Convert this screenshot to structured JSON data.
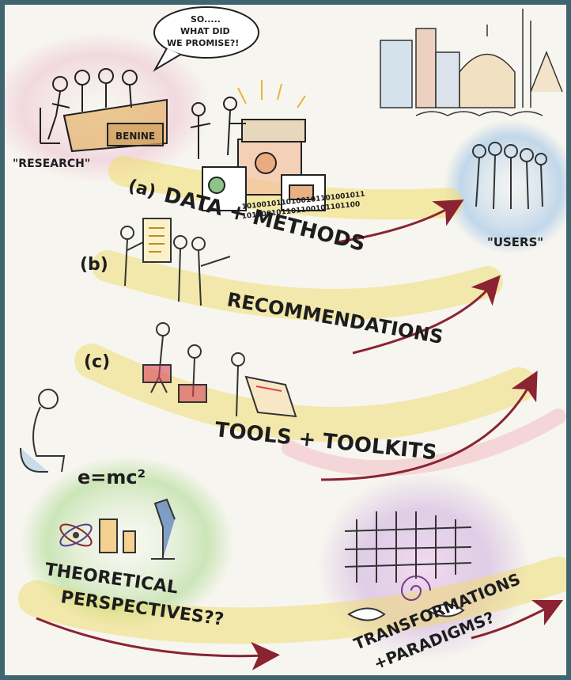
{
  "speech_bubble": {
    "line1": "SO.....",
    "line2": "WHAT DID",
    "line3": "WE PROMISE?!"
  },
  "research_label": "\"RESEARCH\"",
  "desk_label": "BENINE",
  "users_label": "\"USERS\"",
  "items": [
    {
      "marker": "(a)",
      "text": "DATA + METHODS"
    },
    {
      "marker": "(b)",
      "text": "RECOMMENDATIONS"
    },
    {
      "marker": "(c)",
      "text": "TOOLS + TOOLKITS"
    }
  ],
  "binary_line1": "1010010110100101101001011",
  "binary_line2": "101100101101100101101100",
  "equation": "e=mc²",
  "theory_line1": "THEORETICAL",
  "theory_line2": "PERSPECTIVES??",
  "transform_line1": "TRANSFORMATIONS",
  "transform_line2": "+PARADIGMS?",
  "colors": {
    "frame": "#3f6670",
    "paper": "#f7f5ef",
    "arrow": "#8b2332",
    "yellow_wash": "#f0dc6a",
    "pink_wash": "#e7a3c4",
    "blue_wash": "#9cc3e6",
    "green_wash": "#a8d98a",
    "purple_wash": "#c8a6de"
  }
}
